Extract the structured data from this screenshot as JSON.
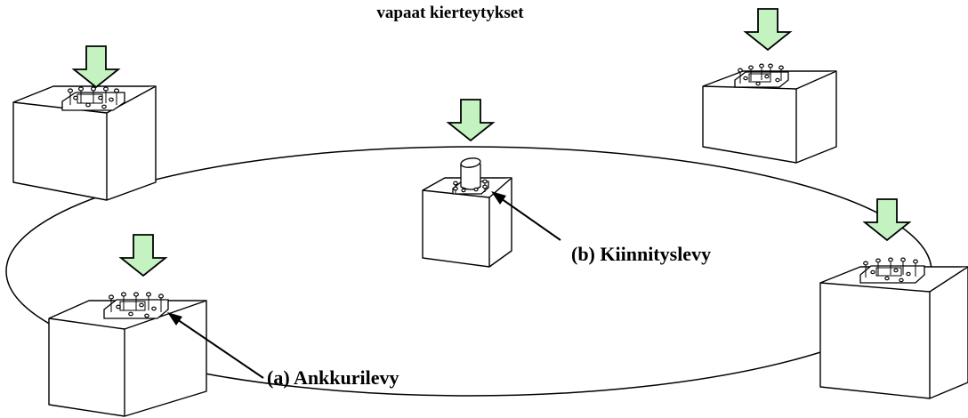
{
  "title": "vapaat kierteytykset",
  "labels": {
    "anchor_plate": "(a) Ankkurilevy",
    "mounting_plate": "(b) Kiinnityslevy"
  },
  "colors": {
    "load_arrow_fill": "#c4f2c0",
    "line": "#000000",
    "background": "#ffffff"
  },
  "icons": [
    "down-arrow-icon",
    "bolt-icon",
    "column-tube-icon",
    "leader-arrow-icon"
  ]
}
